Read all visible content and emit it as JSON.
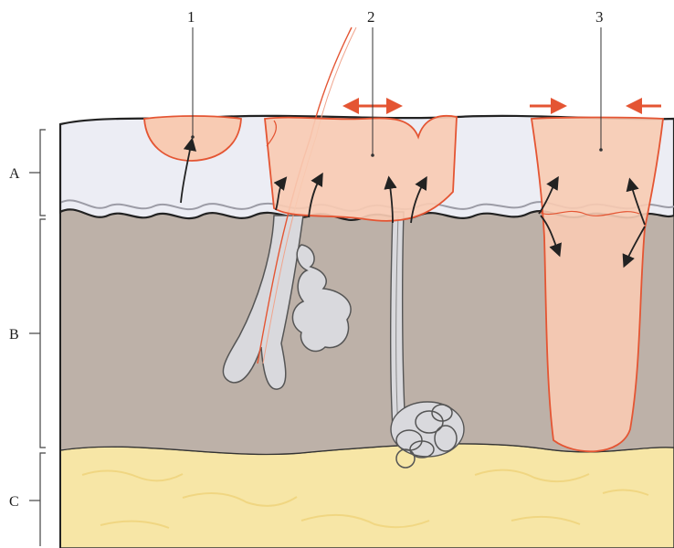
{
  "numbers": {
    "n1": "1",
    "n2": "2",
    "n3": "3"
  },
  "layers": {
    "a": "A",
    "b": "B",
    "c": "C"
  },
  "colors": {
    "epidermis": "#ecedf4",
    "dermis": "#bdb1a8",
    "hypodermis": "#f7e6a6",
    "lesion_fill": "#f8cbb3",
    "lesion_stroke": "#e45533",
    "appendage": "#d9d9dd"
  },
  "icons": {
    "expand": "double-headed-arrow-icon",
    "converge": "converging-arrows-icon"
  }
}
